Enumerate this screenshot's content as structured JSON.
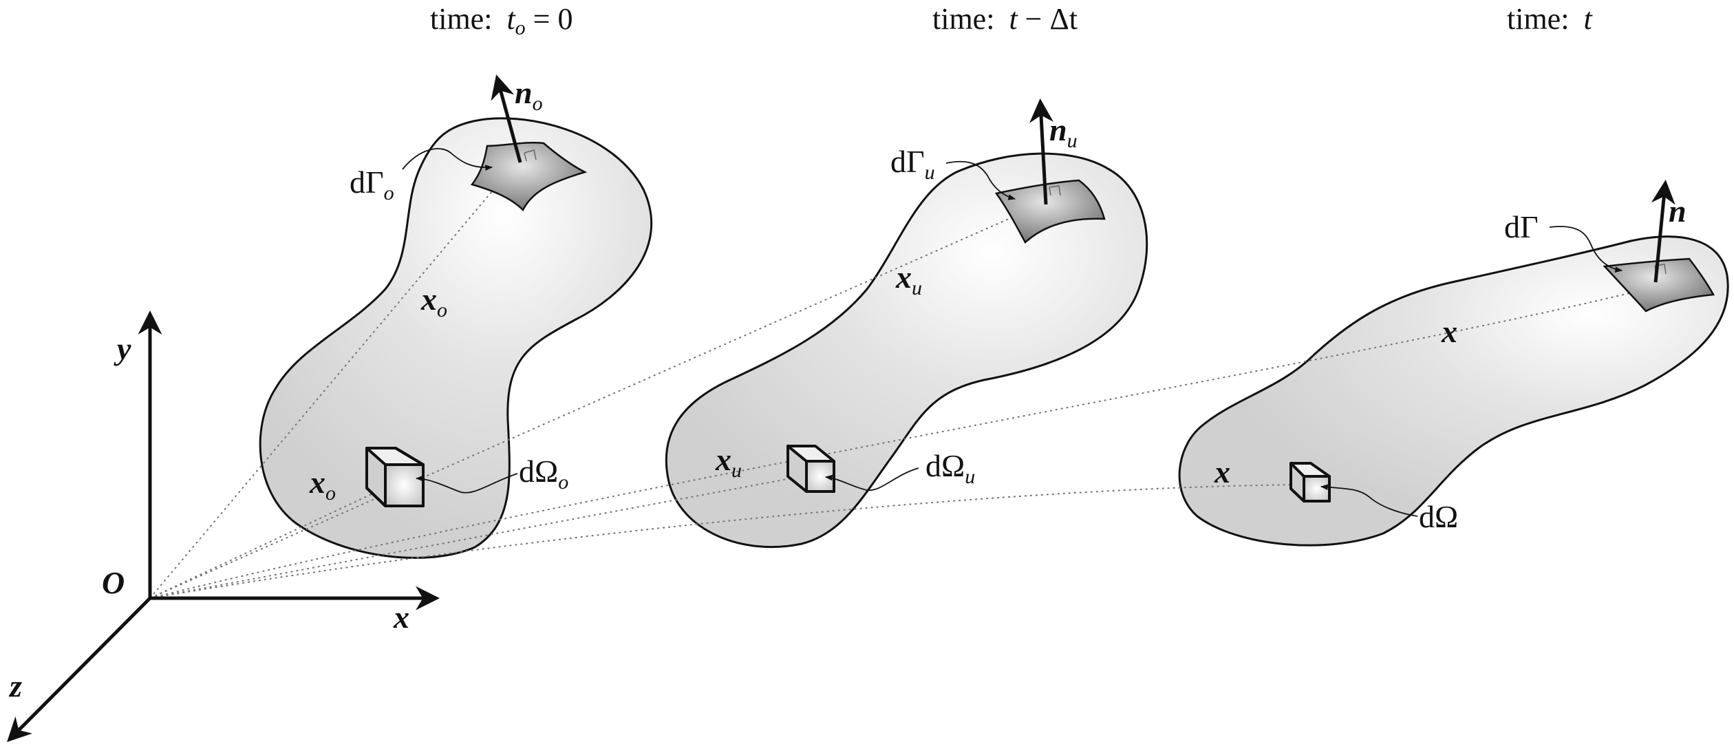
{
  "times": [
    {
      "prefix": "time:",
      "math": "t",
      "sub": "o",
      "suffix": " = 0"
    },
    {
      "prefix": "time:",
      "math": "t",
      "sub": "",
      "suffix": " − Δt"
    },
    {
      "prefix": "time:",
      "math": "t",
      "sub": "",
      "suffix": ""
    }
  ],
  "axes": {
    "origin": "O",
    "x": "x",
    "y": "y",
    "z": "z"
  },
  "bodies": [
    {
      "normal": {
        "base": "n",
        "sub": "o"
      },
      "surface_element": {
        "base": "dΓ",
        "sub": "o"
      },
      "volume_element": {
        "base": "dΩ",
        "sub": "o"
      },
      "pos_surface": {
        "base": "x",
        "sub": "o"
      },
      "pos_volume": {
        "base": "x",
        "sub": "o"
      }
    },
    {
      "normal": {
        "base": "n",
        "sub": "u"
      },
      "surface_element": {
        "base": "dΓ",
        "sub": "u"
      },
      "volume_element": {
        "base": "dΩ",
        "sub": "u"
      },
      "pos_surface": {
        "base": "x",
        "sub": "u"
      },
      "pos_volume": {
        "base": "x",
        "sub": "u"
      }
    },
    {
      "normal": {
        "base": "n",
        "sub": ""
      },
      "surface_element": {
        "base": "dΓ",
        "sub": ""
      },
      "volume_element": {
        "base": "dΩ",
        "sub": ""
      },
      "pos_surface": {
        "base": "x",
        "sub": ""
      },
      "pos_volume": {
        "base": "x",
        "sub": ""
      }
    }
  ],
  "colors": {
    "body_fill": "#d6d6d6",
    "patch_fill": "#8a8a8a",
    "ink": "#111111",
    "dots": "#777777"
  }
}
